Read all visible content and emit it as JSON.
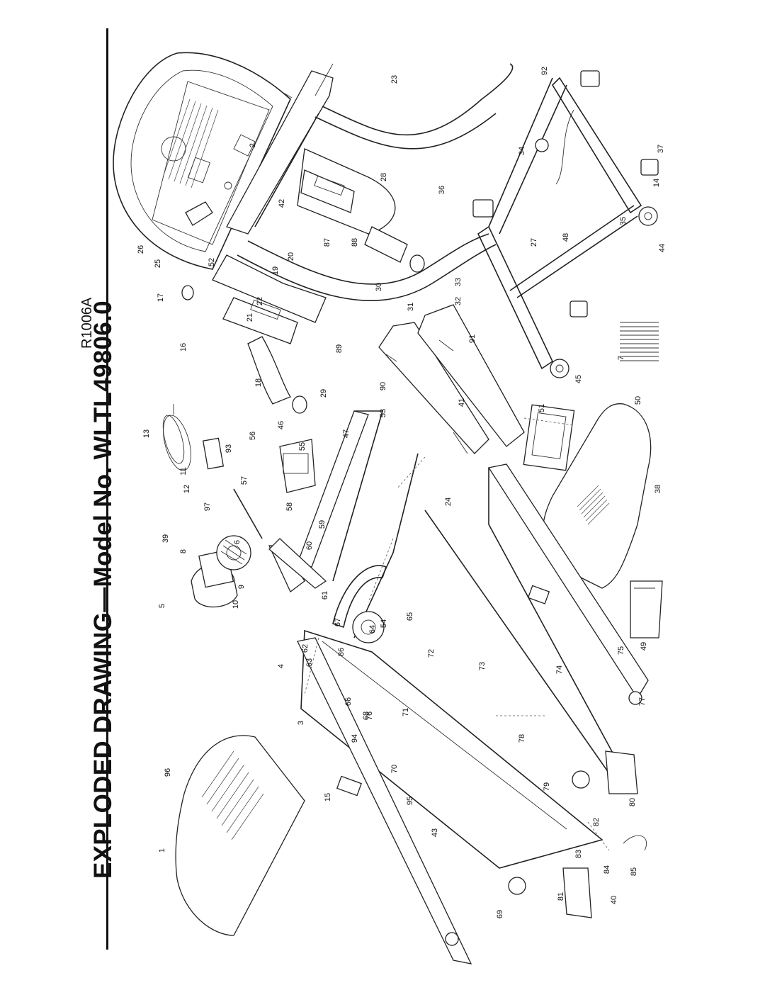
{
  "heading": {
    "title": "EXPLODED DRAWING—Model No. WLTL49806.0",
    "drawing_code": "R1006A"
  },
  "part_callouts": [
    {
      "label": "1"
    },
    {
      "label": "2"
    },
    {
      "label": "3"
    },
    {
      "label": "4"
    },
    {
      "label": "5"
    },
    {
      "label": "6"
    },
    {
      "label": "7"
    },
    {
      "label": "8"
    },
    {
      "label": "9"
    },
    {
      "label": "10"
    },
    {
      "label": "11"
    },
    {
      "label": "12"
    },
    {
      "label": "13"
    },
    {
      "label": "14"
    },
    {
      "label": "15"
    },
    {
      "label": "16"
    },
    {
      "label": "17"
    },
    {
      "label": "18"
    },
    {
      "label": "19"
    },
    {
      "label": "20"
    },
    {
      "label": "21"
    },
    {
      "label": "22"
    },
    {
      "label": "23"
    },
    {
      "label": "24"
    },
    {
      "label": "25"
    },
    {
      "label": "26"
    },
    {
      "label": "27"
    },
    {
      "label": "28"
    },
    {
      "label": "29"
    },
    {
      "label": "30"
    },
    {
      "label": "31"
    },
    {
      "label": "32"
    },
    {
      "label": "33"
    },
    {
      "label": "34"
    },
    {
      "label": "35"
    },
    {
      "label": "36"
    },
    {
      "label": "37"
    },
    {
      "label": "38"
    },
    {
      "label": "39"
    },
    {
      "label": "40"
    },
    {
      "label": "41"
    },
    {
      "label": "42"
    },
    {
      "label": "43"
    },
    {
      "label": "44"
    },
    {
      "label": "45"
    },
    {
      "label": "46"
    },
    {
      "label": "47"
    },
    {
      "label": "48"
    },
    {
      "label": "49"
    },
    {
      "label": "50"
    },
    {
      "label": "51"
    },
    {
      "label": "52"
    },
    {
      "label": "53"
    },
    {
      "label": "54"
    },
    {
      "label": "55"
    },
    {
      "label": "56"
    },
    {
      "label": "57"
    },
    {
      "label": "58"
    },
    {
      "label": "59"
    },
    {
      "label": "60"
    },
    {
      "label": "61"
    },
    {
      "label": "62"
    },
    {
      "label": "63"
    },
    {
      "label": "64"
    },
    {
      "label": "65"
    },
    {
      "label": "66"
    },
    {
      "label": "67"
    },
    {
      "label": "68"
    },
    {
      "label": "69"
    },
    {
      "label": "70"
    },
    {
      "label": "71"
    },
    {
      "label": "72"
    },
    {
      "label": "73"
    },
    {
      "label": "74"
    },
    {
      "label": "75"
    },
    {
      "label": "76"
    },
    {
      "label": "77"
    },
    {
      "label": "78"
    },
    {
      "label": "79"
    },
    {
      "label": "80"
    },
    {
      "label": "81"
    },
    {
      "label": "82"
    },
    {
      "label": "83"
    },
    {
      "label": "84"
    },
    {
      "label": "85"
    },
    {
      "label": "86"
    },
    {
      "label": "87"
    },
    {
      "label": "88"
    },
    {
      "label": "89"
    },
    {
      "label": "90"
    },
    {
      "label": "91"
    },
    {
      "label": "92"
    },
    {
      "label": "93"
    },
    {
      "label": "94"
    },
    {
      "label": "95"
    },
    {
      "label": "96"
    },
    {
      "label": "97"
    }
  ]
}
